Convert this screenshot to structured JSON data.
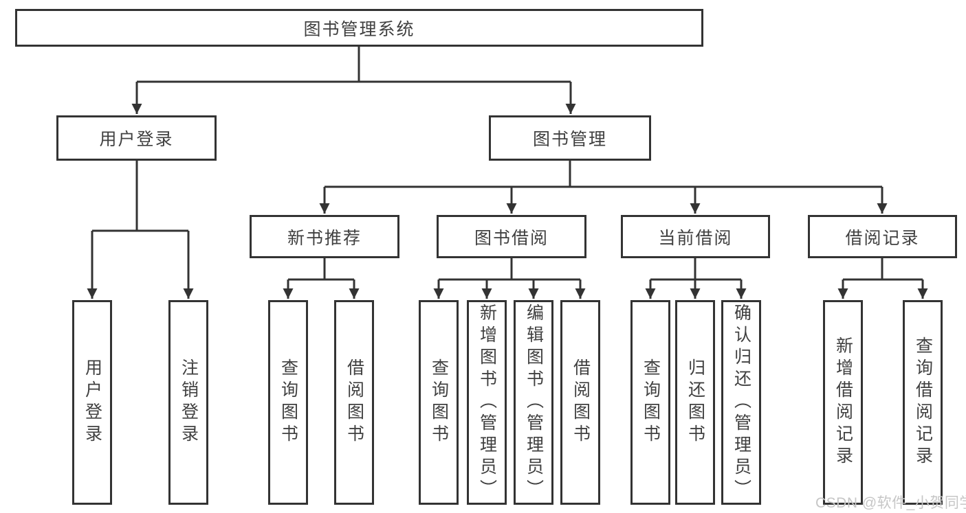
{
  "diagram": {
    "title_node": "图书管理系统",
    "tree": {
      "root": {
        "label": "图书管理系统"
      },
      "branches": [
        {
          "label": "用户登录",
          "children": [
            {
              "label": "用户登录"
            },
            {
              "label": "注销登录"
            }
          ]
        },
        {
          "label": "图书管理",
          "children": [
            {
              "label": "新书推荐",
              "children": [
                {
                  "label": "查询图书"
                },
                {
                  "label": "借阅图书"
                }
              ]
            },
            {
              "label": "图书借阅",
              "children": [
                {
                  "label": "查询图书"
                },
                {
                  "label": "新增图书（管理员）"
                },
                {
                  "label": "编辑图书（管理员）"
                },
                {
                  "label": "借阅图书"
                }
              ]
            },
            {
              "label": "当前借阅",
              "children": [
                {
                  "label": "查询图书"
                },
                {
                  "label": "归还图书"
                },
                {
                  "label": "确认归还（管理员）"
                }
              ]
            },
            {
              "label": "借阅记录",
              "children": [
                {
                  "label": "新增借阅记录"
                },
                {
                  "label": "查询借阅记录"
                }
              ]
            }
          ]
        }
      ]
    },
    "watermark": {
      "text": "CSDN @软件_小贺同学"
    },
    "colors": {
      "line": "#333333",
      "text": "#404040",
      "background": "#ffffff",
      "watermark": "#c6c6c6"
    }
  }
}
